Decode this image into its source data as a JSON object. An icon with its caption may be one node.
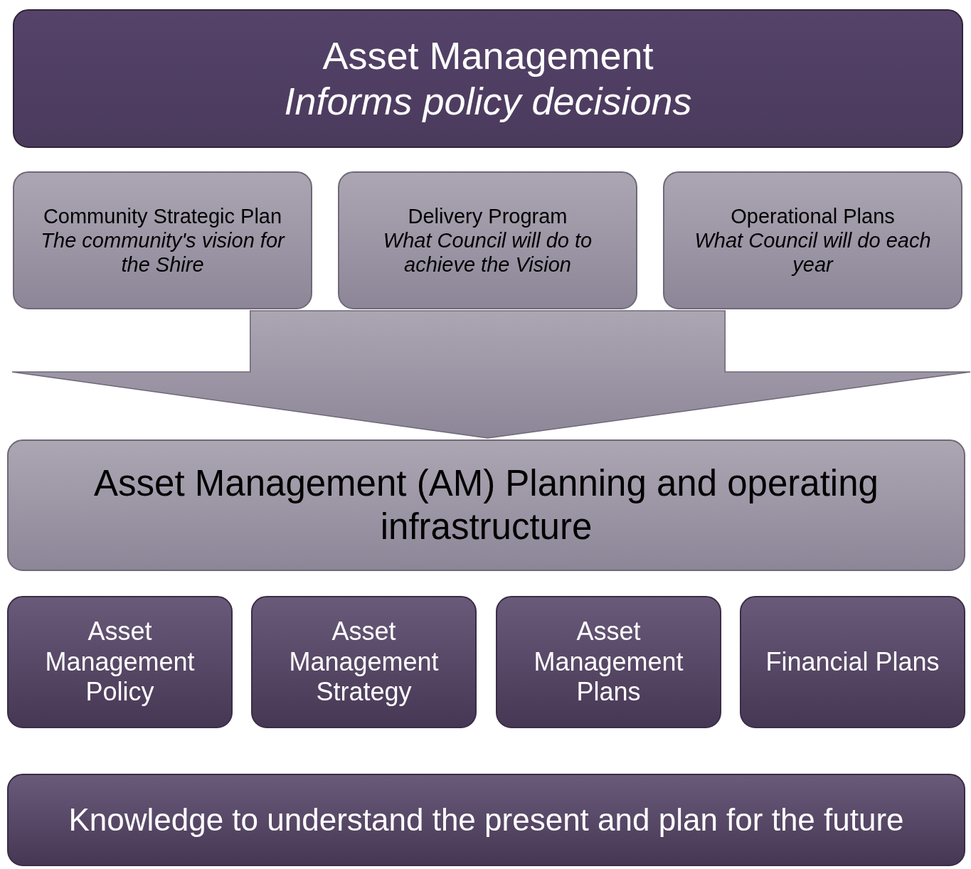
{
  "diagram": {
    "nodes": [
      {
        "text": [
          "Asset Management",
          "Informs policy decisions"
        ]
      },
      {
        "text": [
          "Community Strategic Plan",
          "The community's vision for the Shire"
        ]
      },
      {
        "text": [
          "Delivery Program",
          "What Council will do to achieve the Vision"
        ]
      },
      {
        "text": [
          "Operational Plans",
          "What Council will do each year"
        ]
      },
      {
        "text": [
          "Asset Management (AM) Planning and operating infrastructure"
        ]
      },
      {
        "text": [
          "Asset Management Policy"
        ]
      },
      {
        "text": [
          "Asset Management Strategy"
        ]
      },
      {
        "text": [
          "Asset Management Plans"
        ]
      },
      {
        "text": [
          "Financial Plans"
        ]
      },
      {
        "text": [
          "Knowledge to understand the present and plan for the future"
        ]
      }
    ],
    "edges": [
      {
        "from": 1,
        "to": 4,
        "arrow": "to"
      },
      {
        "from": 2,
        "to": 4,
        "arrow": "to"
      },
      {
        "from": 3,
        "to": 4,
        "arrow": "to"
      }
    ]
  }
}
